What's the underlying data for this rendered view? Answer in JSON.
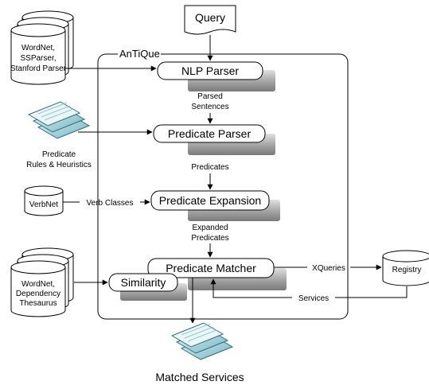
{
  "query_label": "Query",
  "system_title": "AnTiQue",
  "nlp_parser": "NLP Parser",
  "parsed_sentences": [
    "Parsed",
    "Sentences"
  ],
  "predicate_parser": "Predicate Parser",
  "predicates_label": "Predicates",
  "predicate_expansion": "Predicate Expansion",
  "expanded_predicates": [
    "Expanded",
    "Predicates"
  ],
  "predicate_matcher": "Predicate Matcher",
  "similarity": "Similarity",
  "db_wordnet_parsers": [
    "WordNet,",
    "SSParser,",
    "Stanford Parser"
  ],
  "rules_label": [
    "Predicate",
    "Rules & Heuristics"
  ],
  "verbnet": "VerbNet",
  "verb_classes": "Verb Classes",
  "db_wordnet_dependency": [
    "WordNet,",
    "Dependency",
    "Thesaurus"
  ],
  "xqueries": "XQueries",
  "registry": "Registry",
  "services": "Services",
  "matched_services": "Matched Services"
}
